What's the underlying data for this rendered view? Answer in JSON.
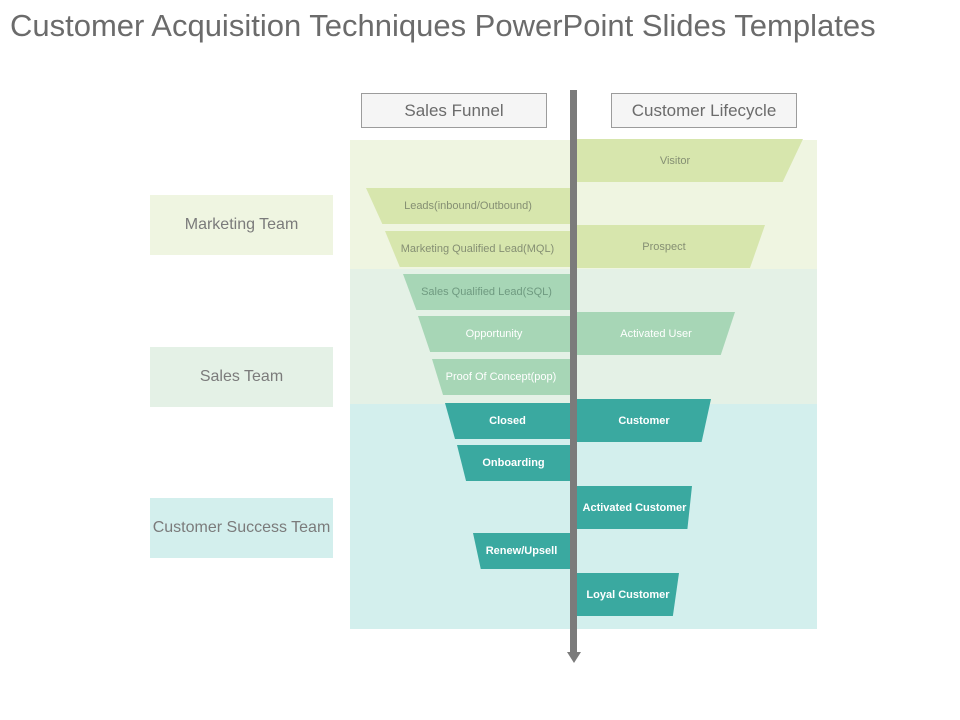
{
  "title": "Customer Acquisition Techniques PowerPoint Slides Templates",
  "headers": {
    "sales_funnel": "Sales Funnel",
    "customer_lifecycle": "Customer Lifecycle"
  },
  "teams": {
    "marketing": "Marketing Team",
    "sales": "Sales Team",
    "success": "Customer Success Team"
  },
  "funnel": {
    "leads": "Leads(inbound/Outbound)",
    "mql": "Marketing Qualified Lead(MQL)",
    "sql": "Sales Qualified Lead(SQL)",
    "opportunity": "Opportunity",
    "poc": "Proof Of Concept(pop)",
    "closed": "Closed",
    "onboarding": "Onboarding",
    "renew": "Renew/Upsell"
  },
  "lifecycle": {
    "visitor": "Visitor",
    "prospect": "Prospect",
    "activated_user": "Activated User",
    "customer": "Customer",
    "activated_customer": "Activated Customer",
    "loyal_customer": "Loyal Customer"
  },
  "colors": {
    "light_green": "#d7e6ad",
    "mid_green": "#a7d6b6",
    "teal": "#3aa9a0",
    "band_marketing": "#eff5e1",
    "band_sales": "#e4f1e6",
    "band_success": "#d3efed",
    "timeline": "#7b7b7b"
  }
}
